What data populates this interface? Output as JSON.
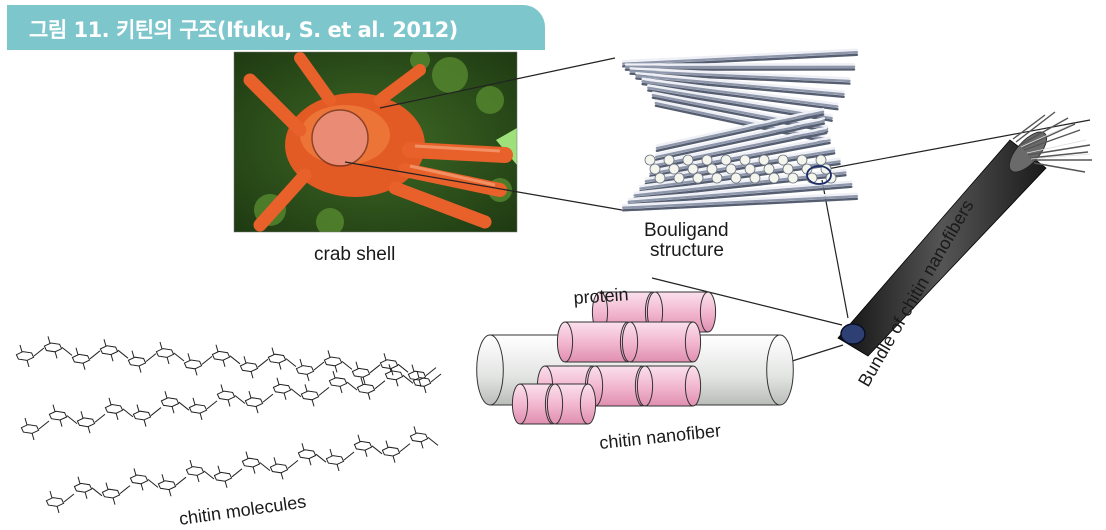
{
  "figure": {
    "caption": "그림 11.  키틴의 구조(Ifuku, S. et al. 2012)"
  },
  "labels": {
    "crab_shell": "crab shell",
    "bouligand_line1": "Bouligand",
    "bouligand_line2": "structure",
    "bundle": "Bundle of chitin nanofibers",
    "protein": "protein",
    "nanofiber": "chitin nanofiber",
    "molecules": "chitin molecules"
  },
  "colors": {
    "banner": "#7dc6cc",
    "crab": "#e8602a",
    "protein": "#f2b8cf",
    "fiber": "#2b2b2b"
  }
}
